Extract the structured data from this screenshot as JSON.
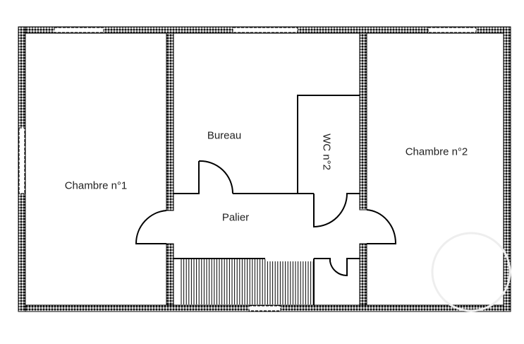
{
  "plan": {
    "rooms": [
      {
        "id": "chambre-1",
        "label": "Chambre n°1"
      },
      {
        "id": "bureau",
        "label": "Bureau"
      },
      {
        "id": "wc-2",
        "label": "WC n°2"
      },
      {
        "id": "chambre-2",
        "label": "Chambre n°2"
      },
      {
        "id": "palier",
        "label": "Palier"
      }
    ],
    "colors": {
      "wall": "#000000",
      "background": "#ffffff",
      "text": "#222222"
    }
  }
}
